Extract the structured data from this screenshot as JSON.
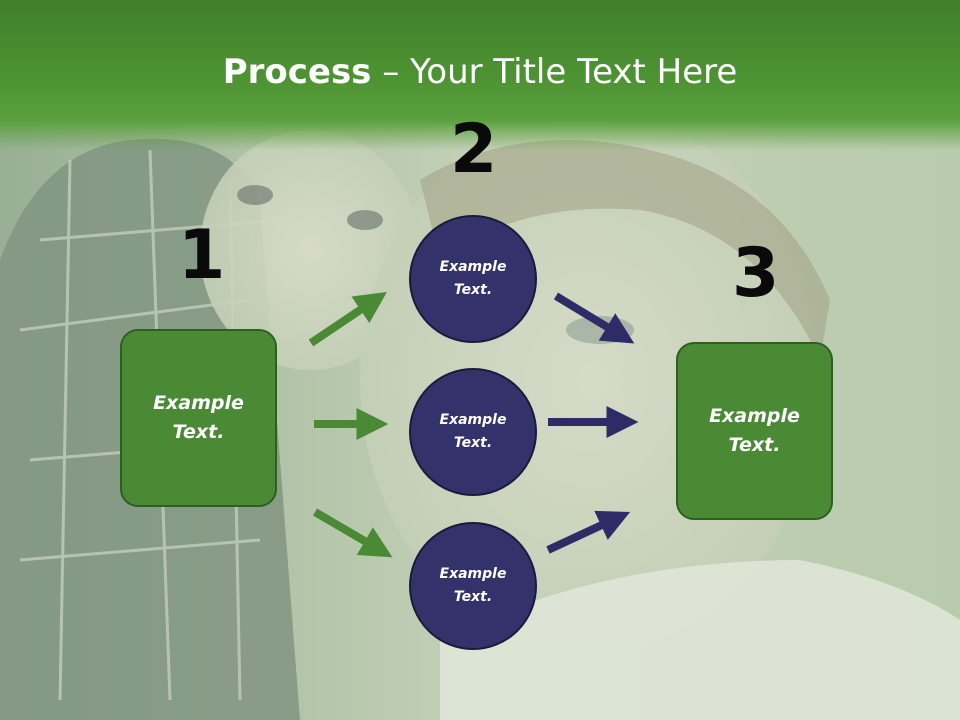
{
  "title": {
    "bold": "Process",
    "rest": " – Your Title Text Here"
  },
  "steps": {
    "one": "1",
    "two": "2",
    "three": "3"
  },
  "left_box": {
    "line1": "Example",
    "line2": "Text."
  },
  "right_box": {
    "line1": "Example",
    "line2": "Text."
  },
  "circles": [
    {
      "line1": "Example",
      "line2": "Text."
    },
    {
      "line1": "Example",
      "line2": "Text."
    },
    {
      "line1": "Example",
      "line2": "Text."
    }
  ],
  "colors": {
    "banner": "#4e9433",
    "box_fill": "#4a8a35",
    "circle_fill": "#34326a",
    "green_arrow": "#4a8a35",
    "navy_arrow": "#2e2c66"
  }
}
